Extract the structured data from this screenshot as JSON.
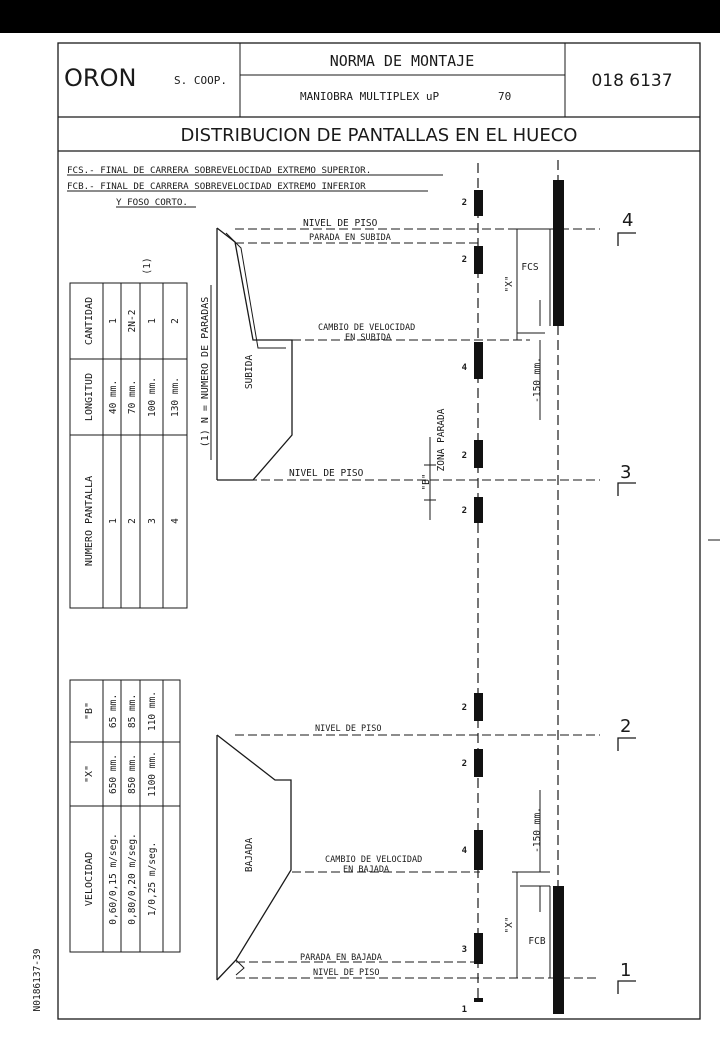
{
  "header": {
    "company": "ORON",
    "company_suffix": "S. COOP.",
    "norm_title": "NORMA DE MONTAJE",
    "norm_subtitle": "MANIOBRA MULTIPLEX uP",
    "norm_subtitle_tail": "70",
    "doc_code": "018 6137"
  },
  "section_title": "DISTRIBUCION DE PANTALLAS EN EL HUECO",
  "notes": [
    "FCS.- FINAL DE CARRERA SOBREVELOCIDAD EXTREMO SUPERIOR.",
    "FCB.- FINAL DE CARRERA SOBREVELOCIDAD EXTREMO INFERIOR",
    "Y FOSO CORTO."
  ],
  "screens_table": {
    "headers": [
      "NUMERO PANTALLA",
      "LONGITUD",
      "CANTIDAD"
    ],
    "rows": [
      [
        "1",
        "40 mm.",
        "1"
      ],
      [
        "2",
        "70 mm.",
        "2N-2"
      ],
      [
        "3",
        "100 mm.",
        "1"
      ],
      [
        "4",
        "130 mm.",
        "2"
      ]
    ],
    "marker": "(1)",
    "footnote": "(1) N = NUMERO DE PARADAS"
  },
  "speed_table": {
    "headers": [
      "VELOCIDAD",
      "\"X\"",
      "\"B\""
    ],
    "rows": [
      [
        "0,60/0,15 m/seg.",
        "650 mm.",
        "65 mm."
      ],
      [
        "0,80/0,20 m/seg.",
        "850 mm.",
        "85 mm."
      ],
      [
        "1/0,25 m/seg.",
        "1100 mm.",
        "110 mm."
      ]
    ]
  },
  "diagram": {
    "subida": "SUBIDA",
    "bajada": "BAJADA",
    "nivel_piso": "NIVEL DE PISO",
    "parada_subida": "PARADA EN SUBIDA",
    "cambio_subida_1": "CAMBIO DE VELOCIDAD",
    "cambio_subida_2": "EN SUBIDA",
    "cambio_bajada_1": "CAMBIO DE VELOCIDAD",
    "cambio_bajada_2": "EN BAJADA",
    "parada_bajada": "PARADA EN BAJADA",
    "zona_parada": "ZONA PARADA",
    "b_label": "\"B\"",
    "x_label": "\"X\"",
    "dist_150": "-150 mm.",
    "fcs": "FCS",
    "fcb": "FCB",
    "floors": [
      "4",
      "3",
      "2",
      "1"
    ],
    "screen_nums": [
      "2",
      "2",
      "4",
      "2",
      "2",
      "2",
      "2",
      "4",
      "3",
      "1"
    ]
  },
  "side_code": "N0186137-39"
}
